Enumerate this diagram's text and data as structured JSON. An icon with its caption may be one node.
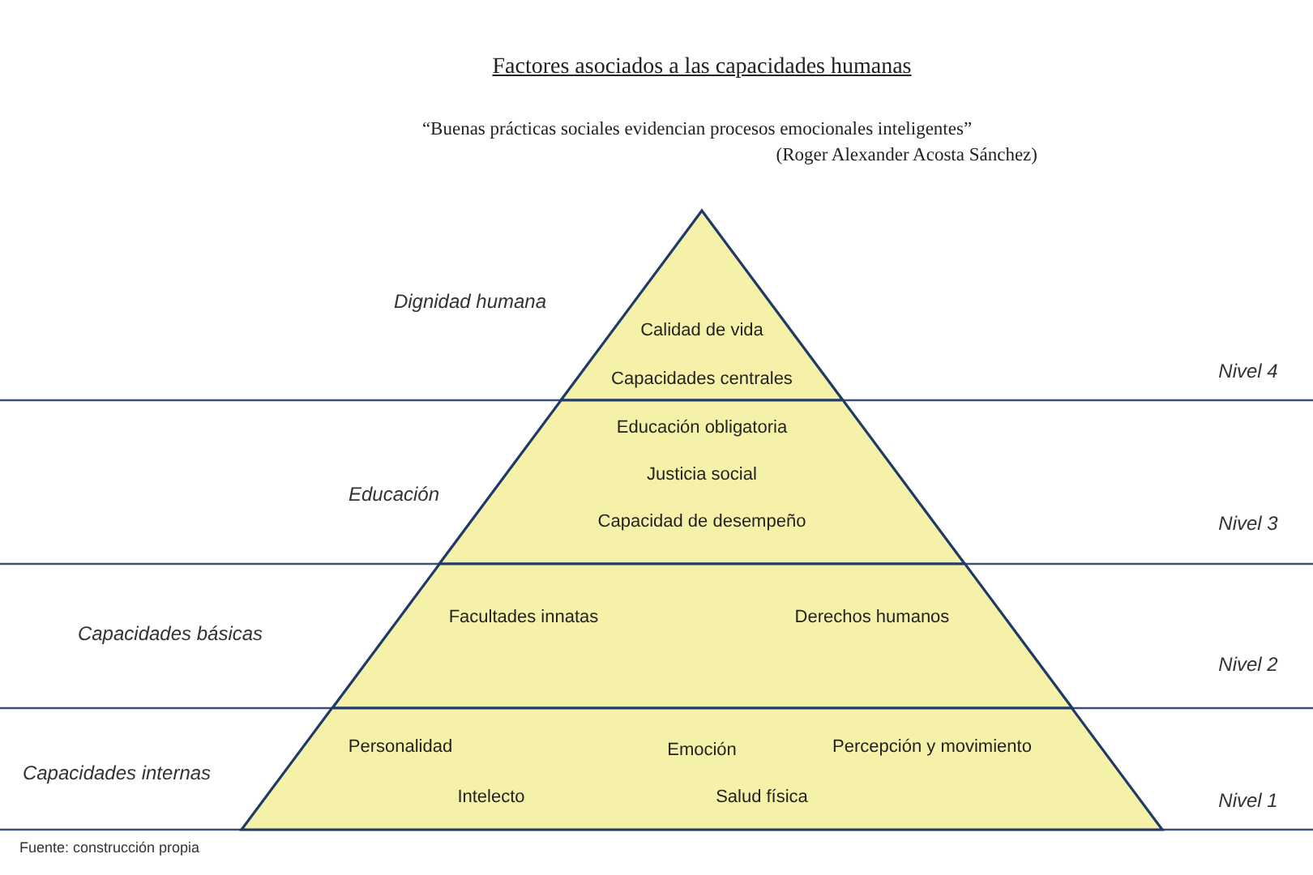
{
  "diagram": {
    "title": "Factores asociados a las capacidades humanas",
    "caption": "Fuente: construcción propia",
    "nodes": [
      {
        "text": [
          "Calidad de vida",
          "Capacidades centrales"
        ],
        "beside": [
          "Dignidad humana"
        ]
      },
      {
        "text": [
          "Educación obligatoria",
          "Justicia social",
          "Capacidad de desempeño"
        ],
        "beside": [
          "Educación"
        ]
      },
      {
        "text": [
          "Facultades innatas",
          "Derechos humanos"
        ],
        "beside": [
          "Capacidades básicas"
        ]
      },
      {
        "text": [
          "Personalidad",
          "Emoción",
          "Percepción y movimiento",
          "Intelecto",
          "Salud física"
        ],
        "beside": [
          "Capacidades internas"
        ]
      }
    ],
    "labels": [
      "“Buenas prácticas sociales evidencian procesos emocionales inteligentes”",
      "(Roger Alexander Acosta Sánchez)",
      "Nivel 4",
      "Nivel 3",
      "Nivel 2",
      "Nivel 1"
    ]
  }
}
